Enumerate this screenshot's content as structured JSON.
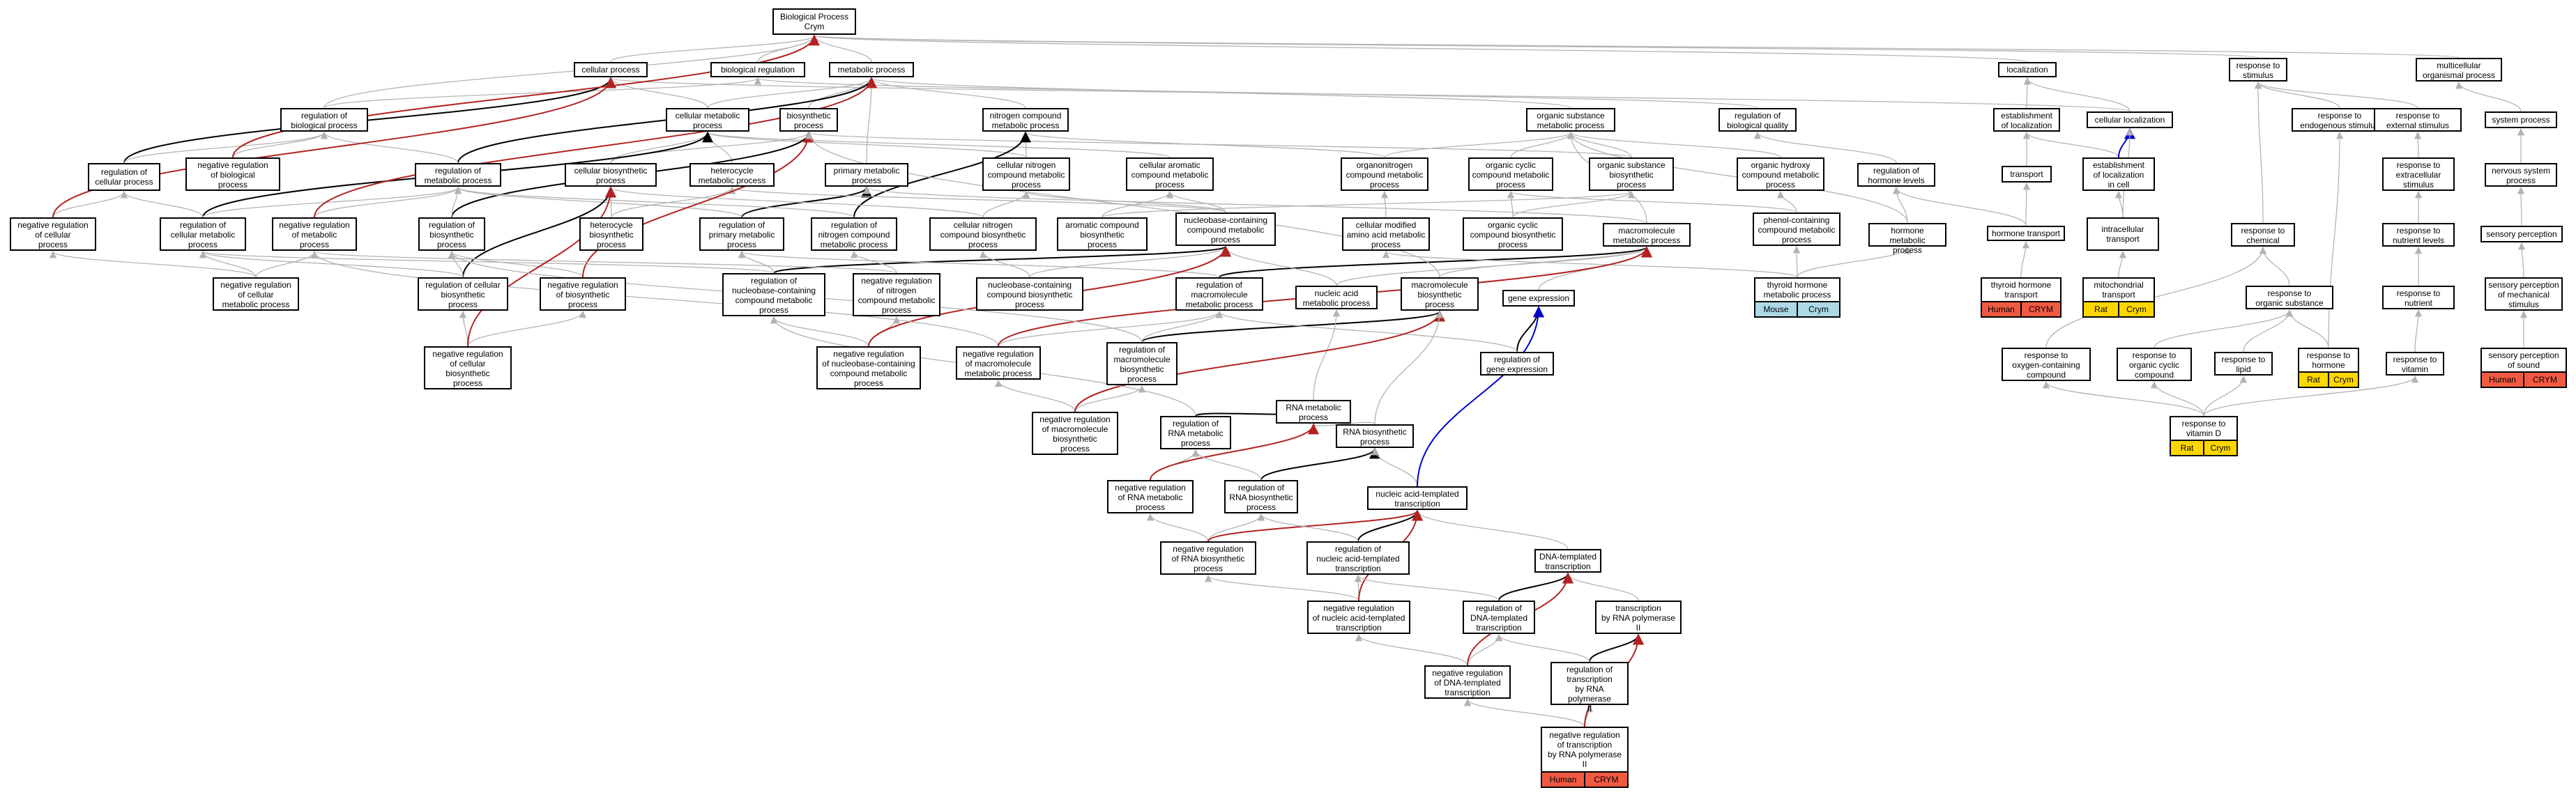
{
  "colors": {
    "gray": "#b3b3b3",
    "red": "#b22222",
    "black": "#000000",
    "blue": "#0000cd",
    "human": "#f15a42",
    "rat": "#ffd700",
    "mouse": "#add8e6"
  },
  "nodes": [
    {
      "id": "bp",
      "label": "Biological Process\nCrym"
    },
    {
      "id": "cp",
      "label": "cellular process"
    },
    {
      "id": "breg",
      "label": "biological regulation"
    },
    {
      "id": "mp",
      "label": "metabolic process"
    },
    {
      "id": "loc",
      "label": "localization"
    },
    {
      "id": "rts",
      "label": "response to\nstimulus"
    },
    {
      "id": "mop",
      "label": "multicellular\norganismal process"
    },
    {
      "id": "rbp",
      "label": "regulation of\nbiological process"
    },
    {
      "id": "cmp",
      "label": "cellular metabolic\nprocess"
    },
    {
      "id": "bsp",
      "label": "biosynthetic\nprocess"
    },
    {
      "id": "ncmp",
      "label": "nitrogen compound\nmetabolic process"
    },
    {
      "id": "osmp",
      "label": "organic substance\nmetabolic process"
    },
    {
      "id": "rbq",
      "label": "regulation of\nbiological quality"
    },
    {
      "id": "eol",
      "label": "establishment\nof localization"
    },
    {
      "id": "cloc",
      "label": "cellular localization"
    },
    {
      "id": "rtes",
      "label": "response to\nendogenous stimulus"
    },
    {
      "id": "rtexs",
      "label": "response to\nexternal stimulus"
    },
    {
      "id": "sysp",
      "label": "system process"
    },
    {
      "id": "rcp",
      "label": "regulation of\ncellular process"
    },
    {
      "id": "nrbp",
      "label": "negative regulation\nof biological\nprocess"
    },
    {
      "id": "rmp",
      "label": "regulation of\nmetabolic process"
    },
    {
      "id": "cbsp",
      "label": "cellular biosynthetic\nprocess"
    },
    {
      "id": "hmp",
      "label": "heterocycle\nmetabolic process"
    },
    {
      "id": "pmp",
      "label": "primary metabolic\nprocess"
    },
    {
      "id": "cncmp",
      "label": "cellular nitrogen\ncompound metabolic\nprocess"
    },
    {
      "id": "cacmp",
      "label": "cellular aromatic\ncompound metabolic\nprocess"
    },
    {
      "id": "onmp",
      "label": "organonitrogen\ncompound metabolic\nprocess"
    },
    {
      "id": "occmp",
      "label": "organic cyclic\ncompound metabolic\nprocess"
    },
    {
      "id": "osbp",
      "label": "organic substance\nbiosynthetic\nprocess"
    },
    {
      "id": "ohcmp",
      "label": "organic hydroxy\ncompound metabolic\nprocess"
    },
    {
      "id": "rhl",
      "label": "regulation of\nhormone levels"
    },
    {
      "id": "transp",
      "label": "transport"
    },
    {
      "id": "eolc",
      "label": "establishment\nof localization\nin cell"
    },
    {
      "id": "rtexcs",
      "label": "response to\nextracellular\nstimulus"
    },
    {
      "id": "nsp",
      "label": "nervous system\nprocess"
    },
    {
      "id": "nrcp",
      "label": "negative regulation\nof cellular\nprocess"
    },
    {
      "id": "rcmp",
      "label": "regulation of\ncellular metabolic\nprocess"
    },
    {
      "id": "nrmp",
      "label": "negative regulation\nof metabolic\nprocess"
    },
    {
      "id": "rbsp",
      "label": "regulation of\nbiosynthetic\nprocess"
    },
    {
      "id": "hbsp",
      "label": "heterocycle\nbiosynthetic\nprocess"
    },
    {
      "id": "rpmp",
      "label": "regulation of\nprimary metabolic\nprocess"
    },
    {
      "id": "rncmp",
      "label": "regulation of\nnitrogen compound\nmetabolic process"
    },
    {
      "id": "cncbsp",
      "label": "cellular nitrogen\ncompound biosynthetic\nprocess"
    },
    {
      "id": "acbsp",
      "label": "aromatic compound\nbiosynthetic\nprocess"
    },
    {
      "id": "nbcmp",
      "label": "nucleobase-containing\ncompound metabolic\nprocess"
    },
    {
      "id": "cmaamp",
      "label": "cellular modified\namino acid metabolic\nprocess"
    },
    {
      "id": "occbsp",
      "label": "organic cyclic\ncompound biosynthetic\nprocess"
    },
    {
      "id": "macmp",
      "label": "macromolecule\nmetabolic process"
    },
    {
      "id": "pccmp",
      "label": "phenol-containing\ncompound metabolic\nprocess"
    },
    {
      "id": "hormmp",
      "label": "hormone metabolic\nprocess"
    },
    {
      "id": "hormt",
      "label": "hormone transport"
    },
    {
      "id": "ict",
      "label": "intracellular\ntransport"
    },
    {
      "id": "rtchem",
      "label": "response to\nchemical"
    },
    {
      "id": "rtnl",
      "label": "response to\nnutrient levels"
    },
    {
      "id": "sensp",
      "label": "sensory perception"
    },
    {
      "id": "rcbsp",
      "label": "regulation of cellular\nbiosynthetic\nprocess"
    },
    {
      "id": "nrbsp",
      "label": "negative regulation\nof biosynthetic\nprocess"
    },
    {
      "id": "nrcmp",
      "label": "negative regulation\nof cellular\nmetabolic process"
    },
    {
      "id": "rnbcmp",
      "label": "regulation of\nnucleobase-containing\ncompound metabolic\nprocess"
    },
    {
      "id": "nrncmp",
      "label": "negative regulation\nof nitrogen\ncompound metabolic\nprocess"
    },
    {
      "id": "nbcbsp",
      "label": "nucleobase-containing\ncompound biosynthetic\nprocess"
    },
    {
      "id": "rmacmp",
      "label": "regulation of\nmacromolecule\nmetabolic process"
    },
    {
      "id": "nacmp",
      "label": "nucleic acid\nmetabolic process"
    },
    {
      "id": "macbsp",
      "label": "macromolecule\nbiosynthetic\nprocess"
    },
    {
      "id": "gexp",
      "label": "gene expression"
    },
    {
      "id": "thmp",
      "label": "thyroid hormone\nmetabolic process",
      "orgs": [
        {
          "name": "Mouse",
          "fill": "mouse"
        },
        {
          "name": "Crym",
          "fill": "mouse"
        }
      ]
    },
    {
      "id": "tht",
      "label": "thyroid hormone\ntransport",
      "orgs": [
        {
          "name": "Human",
          "fill": "human"
        },
        {
          "name": "CRYM",
          "fill": "human"
        }
      ]
    },
    {
      "id": "mitt",
      "label": "mitochondrial\ntransport",
      "orgs": [
        {
          "name": "Rat",
          "fill": "rat"
        },
        {
          "name": "Crym",
          "fill": "rat"
        }
      ]
    },
    {
      "id": "rtos",
      "label": "response to\norganic substance"
    },
    {
      "id": "rtnut",
      "label": "response to\nnutrient"
    },
    {
      "id": "spms",
      "label": "sensory perception\nof mechanical\nstimulus"
    },
    {
      "id": "nrcbsp",
      "label": "negative regulation\nof cellular\nbiosynthetic\nprocess"
    },
    {
      "id": "nrnbcmp",
      "label": "negative regulation\nof nucleobase-containing\ncompound metabolic\nprocess"
    },
    {
      "id": "nrmacmp",
      "label": "negative regulation\nof macromolecule\nmetabolic process"
    },
    {
      "id": "rmacbsp",
      "label": "regulation of\nmacromolecule\nbiosynthetic\nprocess"
    },
    {
      "id": "rge",
      "label": "regulation of\ngene expression"
    },
    {
      "id": "rtocc",
      "label": "response to\noxygen-containing\ncompound"
    },
    {
      "id": "rtocyc",
      "label": "response to\norganic cyclic\ncompound"
    },
    {
      "id": "rtlip",
      "label": "response to\nlipid"
    },
    {
      "id": "rthorm",
      "label": "response to\nhormone",
      "orgs": [
        {
          "name": "Rat",
          "fill": "rat"
        },
        {
          "name": "Crym",
          "fill": "rat"
        }
      ]
    },
    {
      "id": "rtvit",
      "label": "response to\nvitamin"
    },
    {
      "id": "sps",
      "label": "sensory perception\nof sound",
      "orgs": [
        {
          "name": "Human",
          "fill": "human"
        },
        {
          "name": "CRYM",
          "fill": "human"
        }
      ]
    },
    {
      "id": "rnamp",
      "label": "RNA metabolic\nprocess"
    },
    {
      "id": "nrmacbsp",
      "label": "negative regulation\nof macromolecule\nbiosynthetic\nprocess"
    },
    {
      "id": "rrnamp",
      "label": "regulation of\nRNA metabolic\nprocess"
    },
    {
      "id": "rtvd",
      "label": "response to\nvitamin D",
      "orgs": [
        {
          "name": "Rat",
          "fill": "rat"
        },
        {
          "name": "Crym",
          "fill": "rat"
        }
      ]
    },
    {
      "id": "rnabsp",
      "label": "RNA biosynthetic\nprocess"
    },
    {
      "id": "nrrnamp",
      "label": "negative regulation\nof RNA metabolic\nprocess"
    },
    {
      "id": "rrnabsp",
      "label": "regulation of\nRNA biosynthetic\nprocess"
    },
    {
      "id": "natt",
      "label": "nucleic acid-templated\ntranscription"
    },
    {
      "id": "nrrnabsp",
      "label": "negative regulation\nof RNA biosynthetic\nprocess"
    },
    {
      "id": "rnatt",
      "label": "regulation of\nnucleic acid-templated\ntranscription"
    },
    {
      "id": "dtt",
      "label": "DNA-templated\ntranscription"
    },
    {
      "id": "nrnatt",
      "label": "negative regulation\nof nucleic acid-templated\ntranscription"
    },
    {
      "id": "rdtt",
      "label": "regulation of\nDNA-templated\ntranscription"
    },
    {
      "id": "trp2",
      "label": "transcription\nby RNA polymerase\nII"
    },
    {
      "id": "rtrp2",
      "label": "regulation of\ntranscription\nby RNA polymerase\nII"
    },
    {
      "id": "nrdtt",
      "label": "negative regulation\nof DNA-templated\ntranscription"
    },
    {
      "id": "nrtrp2",
      "label": "negative regulation\nof transcription\nby RNA polymerase\nII",
      "orgs": [
        {
          "name": "Human",
          "fill": "human"
        },
        {
          "name": "CRYM",
          "fill": "human"
        }
      ]
    }
  ],
  "edges": [
    [
      "cp",
      "bp",
      "gray"
    ],
    [
      "breg",
      "bp",
      "gray"
    ],
    [
      "mp",
      "bp",
      "gray"
    ],
    [
      "loc",
      "bp",
      "gray"
    ],
    [
      "rts",
      "bp",
      "gray"
    ],
    [
      "mop",
      "bp",
      "gray"
    ],
    [
      "rbp",
      "breg",
      "gray"
    ],
    [
      "rbp",
      "bp",
      "gray"
    ],
    [
      "cmp",
      "mp",
      "gray"
    ],
    [
      "cmp",
      "cp",
      "gray"
    ],
    [
      "bsp",
      "mp",
      "gray"
    ],
    [
      "ncmp",
      "mp",
      "gray"
    ],
    [
      "osmp",
      "mp",
      "gray"
    ],
    [
      "rbq",
      "breg",
      "gray"
    ],
    [
      "eol",
      "loc",
      "gray"
    ],
    [
      "cloc",
      "loc",
      "gray"
    ],
    [
      "cloc",
      "cp",
      "gray"
    ],
    [
      "rtes",
      "rts",
      "gray"
    ],
    [
      "rtexs",
      "rts",
      "gray"
    ],
    [
      "sysp",
      "mop",
      "gray"
    ],
    [
      "rcp",
      "cp",
      "black"
    ],
    [
      "rcp",
      "rbp",
      "gray"
    ],
    [
      "nrbp",
      "rbp",
      "gray"
    ],
    [
      "nrbp",
      "bp",
      "red"
    ],
    [
      "rmp",
      "mp",
      "black"
    ],
    [
      "rmp",
      "rbp",
      "gray"
    ],
    [
      "cbsp",
      "bsp",
      "gray"
    ],
    [
      "cbsp",
      "cmp",
      "gray"
    ],
    [
      "hmp",
      "cmp",
      "gray"
    ],
    [
      "pmp",
      "mp",
      "gray"
    ],
    [
      "cncmp",
      "ncmp",
      "gray"
    ],
    [
      "cncmp",
      "cmp",
      "gray"
    ],
    [
      "cacmp",
      "cmp",
      "gray"
    ],
    [
      "onmp",
      "ncmp",
      "gray"
    ],
    [
      "onmp",
      "osmp",
      "gray"
    ],
    [
      "occmp",
      "osmp",
      "gray"
    ],
    [
      "osbp",
      "osmp",
      "gray"
    ],
    [
      "osbp",
      "bsp",
      "gray"
    ],
    [
      "ohcmp",
      "osmp",
      "gray"
    ],
    [
      "rhl",
      "rbq",
      "gray"
    ],
    [
      "transp",
      "eol",
      "gray"
    ],
    [
      "eolc",
      "eol",
      "gray"
    ],
    [
      "eolc",
      "cloc",
      "blue"
    ],
    [
      "rtexcs",
      "rtexs",
      "gray"
    ],
    [
      "nsp",
      "sysp",
      "gray"
    ],
    [
      "nrcp",
      "rcp",
      "gray"
    ],
    [
      "nrcp",
      "cp",
      "red"
    ],
    [
      "rcmp",
      "cmp",
      "black"
    ],
    [
      "rcmp",
      "rmp",
      "gray"
    ],
    [
      "rcmp",
      "rcp",
      "gray"
    ],
    [
      "nrmp",
      "rmp",
      "gray"
    ],
    [
      "nrmp",
      "mp",
      "red"
    ],
    [
      "rbsp",
      "bsp",
      "black"
    ],
    [
      "rbsp",
      "rmp",
      "gray"
    ],
    [
      "hbsp",
      "hmp",
      "gray"
    ],
    [
      "hbsp",
      "cbsp",
      "gray"
    ],
    [
      "rpmp",
      "pmp",
      "black"
    ],
    [
      "rpmp",
      "rmp",
      "gray"
    ],
    [
      "rncmp",
      "ncmp",
      "black"
    ],
    [
      "rncmp",
      "rmp",
      "gray"
    ],
    [
      "cncbsp",
      "cncmp",
      "gray"
    ],
    [
      "cncbsp",
      "cbsp",
      "gray"
    ],
    [
      "acbsp",
      "cacmp",
      "gray"
    ],
    [
      "acbsp",
      "osbp",
      "gray"
    ],
    [
      "nbcmp",
      "cncmp",
      "gray"
    ],
    [
      "nbcmp",
      "cacmp",
      "gray"
    ],
    [
      "nbcmp",
      "hmp",
      "gray"
    ],
    [
      "cmaamp",
      "onmp",
      "gray"
    ],
    [
      "occbsp",
      "occmp",
      "gray"
    ],
    [
      "occbsp",
      "osbp",
      "gray"
    ],
    [
      "macmp",
      "pmp",
      "gray"
    ],
    [
      "macmp",
      "osmp",
      "gray"
    ],
    [
      "pccmp",
      "ohcmp",
      "gray"
    ],
    [
      "pccmp",
      "occmp",
      "gray"
    ],
    [
      "hormmp",
      "rhl",
      "gray"
    ],
    [
      "hormmp",
      "osmp",
      "gray"
    ],
    [
      "hormt",
      "transp",
      "gray"
    ],
    [
      "hormt",
      "rhl",
      "gray"
    ],
    [
      "ict",
      "eolc",
      "gray"
    ],
    [
      "ict",
      "cloc",
      "gray"
    ],
    [
      "rtchem",
      "rts",
      "gray"
    ],
    [
      "rtnl",
      "rtexcs",
      "gray"
    ],
    [
      "sensp",
      "nsp",
      "gray"
    ],
    [
      "rcbsp",
      "cbsp",
      "black"
    ],
    [
      "rcbsp",
      "rbsp",
      "gray"
    ],
    [
      "rcbsp",
      "rcmp",
      "gray"
    ],
    [
      "nrbsp",
      "rbsp",
      "gray"
    ],
    [
      "nrbsp",
      "bsp",
      "red"
    ],
    [
      "nrcmp",
      "rcmp",
      "gray"
    ],
    [
      "nrcmp",
      "nrmp",
      "gray"
    ],
    [
      "nrcmp",
      "nrcp",
      "gray"
    ],
    [
      "rnbcmp",
      "nbcmp",
      "black"
    ],
    [
      "rnbcmp",
      "rpmp",
      "gray"
    ],
    [
      "rnbcmp",
      "rcmp",
      "gray"
    ],
    [
      "nrncmp",
      "rncmp",
      "gray"
    ],
    [
      "nrncmp",
      "nrmp",
      "gray"
    ],
    [
      "nbcbsp",
      "nbcmp",
      "gray"
    ],
    [
      "nbcbsp",
      "cncbsp",
      "gray"
    ],
    [
      "rmacmp",
      "macmp",
      "black"
    ],
    [
      "rmacmp",
      "rpmp",
      "gray"
    ],
    [
      "nacmp",
      "nbcmp",
      "gray"
    ],
    [
      "nacmp",
      "macmp",
      "gray"
    ],
    [
      "macbsp",
      "macmp",
      "gray"
    ],
    [
      "macbsp",
      "bsp",
      "gray"
    ],
    [
      "gexp",
      "macmp",
      "gray"
    ],
    [
      "thmp",
      "hormmp",
      "gray"
    ],
    [
      "thmp",
      "pccmp",
      "gray"
    ],
    [
      "thmp",
      "cmaamp",
      "gray"
    ],
    [
      "tht",
      "hormt",
      "gray"
    ],
    [
      "mitt",
      "ict",
      "gray"
    ],
    [
      "rtos",
      "rtchem",
      "gray"
    ],
    [
      "rtnut",
      "rtnl",
      "gray"
    ],
    [
      "spms",
      "sensp",
      "gray"
    ],
    [
      "nrcbsp",
      "rcbsp",
      "gray"
    ],
    [
      "nrcbsp",
      "nrbsp",
      "gray"
    ],
    [
      "nrcbsp",
      "cbsp",
      "red"
    ],
    [
      "nrnbcmp",
      "rnbcmp",
      "gray"
    ],
    [
      "nrnbcmp",
      "nrncmp",
      "gray"
    ],
    [
      "nrnbcmp",
      "nbcmp",
      "red"
    ],
    [
      "nrmacmp",
      "rmacmp",
      "gray"
    ],
    [
      "nrmacmp",
      "nrmp",
      "gray"
    ],
    [
      "nrmacmp",
      "macmp",
      "red"
    ],
    [
      "rmacbsp",
      "macbsp",
      "black"
    ],
    [
      "rmacbsp",
      "rmacmp",
      "gray"
    ],
    [
      "rmacbsp",
      "rbsp",
      "gray"
    ],
    [
      "rge",
      "gexp",
      "black"
    ],
    [
      "rge",
      "rmacmp",
      "gray"
    ],
    [
      "rtocc",
      "rtchem",
      "gray"
    ],
    [
      "rtocyc",
      "rtos",
      "gray"
    ],
    [
      "rtlip",
      "rtos",
      "gray"
    ],
    [
      "rthorm",
      "rtos",
      "gray"
    ],
    [
      "rthorm",
      "rtes",
      "gray"
    ],
    [
      "rtvit",
      "rtnut",
      "gray"
    ],
    [
      "sps",
      "spms",
      "gray"
    ],
    [
      "rnamp",
      "nacmp",
      "gray"
    ],
    [
      "nrmacbsp",
      "rmacbsp",
      "gray"
    ],
    [
      "nrmacbsp",
      "nrmacmp",
      "gray"
    ],
    [
      "nrmacbsp",
      "macbsp",
      "red"
    ],
    [
      "rrnamp",
      "rnamp",
      "black"
    ],
    [
      "rrnamp",
      "rnbcmp",
      "gray"
    ],
    [
      "rtvd",
      "rtvit",
      "gray"
    ],
    [
      "rtvd",
      "rtlip",
      "gray"
    ],
    [
      "rtvd",
      "rtocyc",
      "gray"
    ],
    [
      "rtvd",
      "rtocc",
      "gray"
    ],
    [
      "rnabsp",
      "rnamp",
      "gray"
    ],
    [
      "rnabsp",
      "macbsp",
      "gray"
    ],
    [
      "nrrnamp",
      "rrnamp",
      "gray"
    ],
    [
      "nrrnamp",
      "rnamp",
      "red"
    ],
    [
      "rrnabsp",
      "rnabsp",
      "black"
    ],
    [
      "rrnabsp",
      "rrnamp",
      "gray"
    ],
    [
      "natt",
      "rnabsp",
      "gray"
    ],
    [
      "natt",
      "gexp",
      "blue"
    ],
    [
      "nrrnabsp",
      "rrnabsp",
      "gray"
    ],
    [
      "nrrnabsp",
      "nrrnamp",
      "gray"
    ],
    [
      "nrrnabsp",
      "natt",
      "red"
    ],
    [
      "rnatt",
      "natt",
      "black"
    ],
    [
      "rnatt",
      "rrnabsp",
      "gray"
    ],
    [
      "dtt",
      "natt",
      "gray"
    ],
    [
      "nrnatt",
      "rnatt",
      "gray"
    ],
    [
      "nrnatt",
      "nrrnabsp",
      "gray"
    ],
    [
      "nrnatt",
      "natt",
      "red"
    ],
    [
      "rdtt",
      "dtt",
      "black"
    ],
    [
      "rdtt",
      "rnatt",
      "gray"
    ],
    [
      "trp2",
      "dtt",
      "gray"
    ],
    [
      "rtrp2",
      "trp2",
      "black"
    ],
    [
      "rtrp2",
      "rdtt",
      "gray"
    ],
    [
      "nrdtt",
      "rdtt",
      "gray"
    ],
    [
      "nrdtt",
      "nrnatt",
      "gray"
    ],
    [
      "nrdtt",
      "dtt",
      "red"
    ],
    [
      "nrtrp2",
      "rtrp2",
      "gray"
    ],
    [
      "nrtrp2",
      "nrdtt",
      "gray"
    ],
    [
      "nrtrp2",
      "trp2",
      "red"
    ]
  ]
}
